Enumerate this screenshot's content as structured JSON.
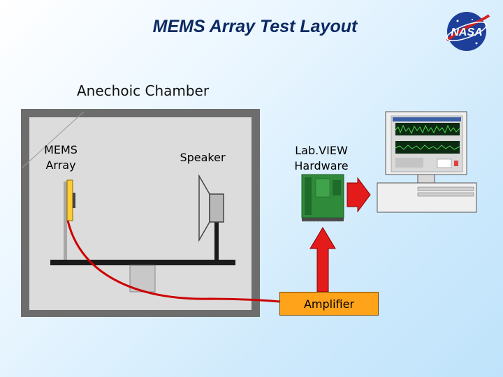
{
  "title": "MEMS Array Test Layout",
  "chamber_label": "Anechoic Chamber",
  "labels": {
    "mems_line1": "MEMS",
    "mems_line2": "Array",
    "speaker": "Speaker",
    "labview_line1": "Lab.VIEW",
    "labview_line2": "Hardware",
    "amplifier": "Amplifier"
  },
  "logo": {
    "text": "NASA",
    "icon": "nasa-meatball-logo",
    "color": "#1d3f9a"
  },
  "colors": {
    "chamber_wall": "#6d6d6d",
    "chamber_inner": "#dcdcdc",
    "cable": "#cc0000",
    "arrow": "#e31b1b",
    "amplifier": "#ffa31a",
    "board": "#2f8a3a",
    "mems_bar": "#ffcc33"
  }
}
